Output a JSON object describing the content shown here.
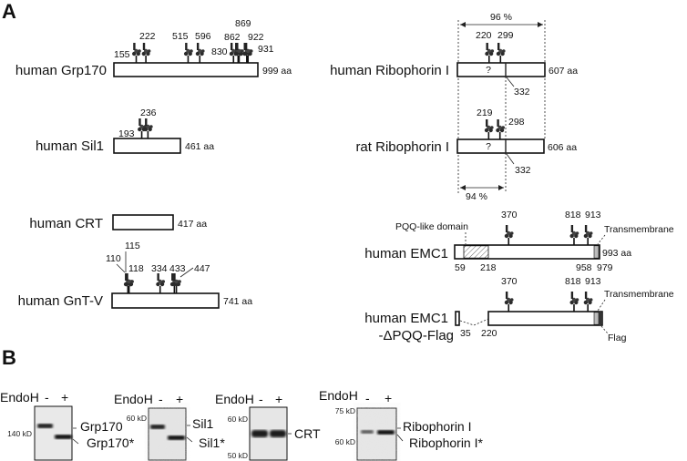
{
  "panels": {
    "a": "A",
    "b": "B"
  },
  "proteins": [
    {
      "name": "human Grp170",
      "length": 999,
      "length_label": "999 aa",
      "sites": [
        155,
        222,
        515,
        596,
        830,
        862,
        869,
        922,
        931
      ]
    },
    {
      "name": "human Sil1",
      "length": 461,
      "length_label": "461 aa",
      "sites": [
        193,
        236
      ]
    },
    {
      "name": "human CRT",
      "length": 417,
      "length_label": "417 aa",
      "sites": []
    },
    {
      "name": "human GnT-V",
      "length": 741,
      "length_label": "741 aa",
      "sites": [
        110,
        115,
        118,
        334,
        433,
        447
      ]
    },
    {
      "name": "human Ribophorin I",
      "length": 607,
      "length_label": "607 aa",
      "sites": [
        220,
        299
      ],
      "boundary": "332",
      "unknown": "?"
    },
    {
      "name": "rat Ribophorin I",
      "length": 606,
      "length_label": "606 aa",
      "sites": [
        219,
        298
      ],
      "boundary": "332",
      "unknown": "?"
    },
    {
      "name": "human EMC1",
      "length": 993,
      "length_label": "993 aa",
      "sites": [
        370,
        818,
        913
      ],
      "domain_label": "PQQ-like domain",
      "tm_label": "Transmembrane",
      "positions": [
        "59",
        "218",
        "958",
        "979"
      ]
    },
    {
      "name_line1": "human EMC1",
      "name_line2": "-ΔPQQ-Flag",
      "sites": [
        370,
        818,
        913
      ],
      "tm_label": "Transmembrane",
      "flag_label": "Flag",
      "positions": [
        "35",
        "220"
      ]
    }
  ],
  "identity": {
    "full": "96 %",
    "nterm": "94 %"
  },
  "blots": [
    {
      "treatment": "EndoH",
      "lanes": [
        "-",
        "+"
      ],
      "markers": [
        "140 kD"
      ],
      "bands": [
        "Grp170",
        "Grp170*"
      ]
    },
    {
      "treatment": "EndoH",
      "lanes": [
        "-",
        "+"
      ],
      "markers": [
        "60 kD"
      ],
      "bands": [
        "Sil1",
        "Sil1*"
      ]
    },
    {
      "treatment": "EndoH",
      "lanes": [
        "-",
        "+"
      ],
      "markers": [
        "60 kD",
        "50 kD"
      ],
      "bands": [
        "CRT"
      ]
    },
    {
      "treatment": "EndoH",
      "lanes": [
        "-",
        "+"
      ],
      "markers": [
        "75 kD",
        "60 kD"
      ],
      "bands": [
        "Ribophorin I",
        "Ribophorin I*"
      ]
    }
  ],
  "colors": {
    "ink": "#111111",
    "blot_bg": "#e6e6e6",
    "band": "#1a1a1a"
  }
}
